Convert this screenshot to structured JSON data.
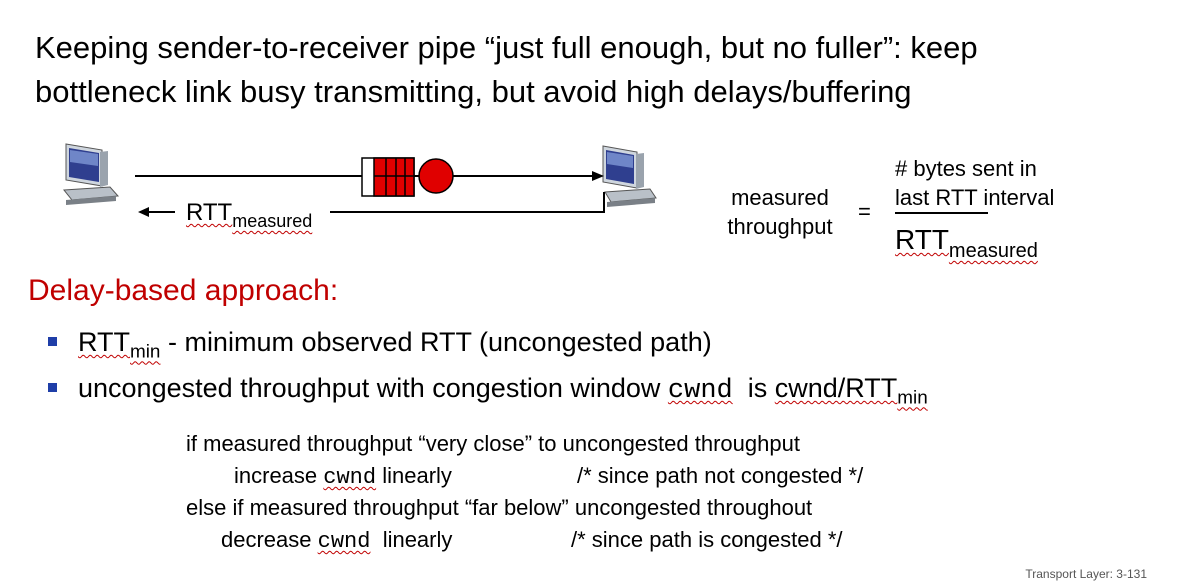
{
  "title": {
    "line1": "Keeping sender-to-receiver pipe “just full enough, but no fuller”: keep",
    "line2": "bottleneck link busy transmitting, but avoid high delays/buffering"
  },
  "diagram": {
    "rtt_label": "RTT",
    "rtt_subscript": "measured"
  },
  "formula": {
    "lhs_line1": "measured",
    "lhs_line2": "throughput",
    "equals": "=",
    "numerator_line1": "# bytes sent in",
    "numerator_line2": "last RTT interval",
    "denominator": "RTT",
    "denominator_subscript": "measured"
  },
  "section_heading": "Delay-based approach:",
  "bullets": {
    "b1_rtt": "RTT",
    "b1_sub": "min",
    "b1_text": " - minimum observed RTT (uncongested path)",
    "b2_text": "uncongested throughput with congestion window",
    "b2_code": "cwnd",
    "b2_is": "is",
    "b2_formula": "cwnd/RTT",
    "b2_sub": "min"
  },
  "pseudocode": {
    "line1": "if measured throughput “very close” to  uncongested throughput",
    "line2_pre": "increase",
    "line2_code": "cwnd",
    "line2_post": "linearly",
    "line2_comment": "/* since path not congested */",
    "line3": "else if measured throughput “far below” uncongested throughout",
    "line4_pre": "decrease",
    "line4_code": "cwnd",
    "line4_post": "linearly",
    "line4_comment": "/* since path is congested */"
  },
  "footer": "Transport Layer: 3-131",
  "colors": {
    "heading_red": "#c00000",
    "queue_red": "#e00000",
    "bullet_blue": "#1f3ea8"
  }
}
